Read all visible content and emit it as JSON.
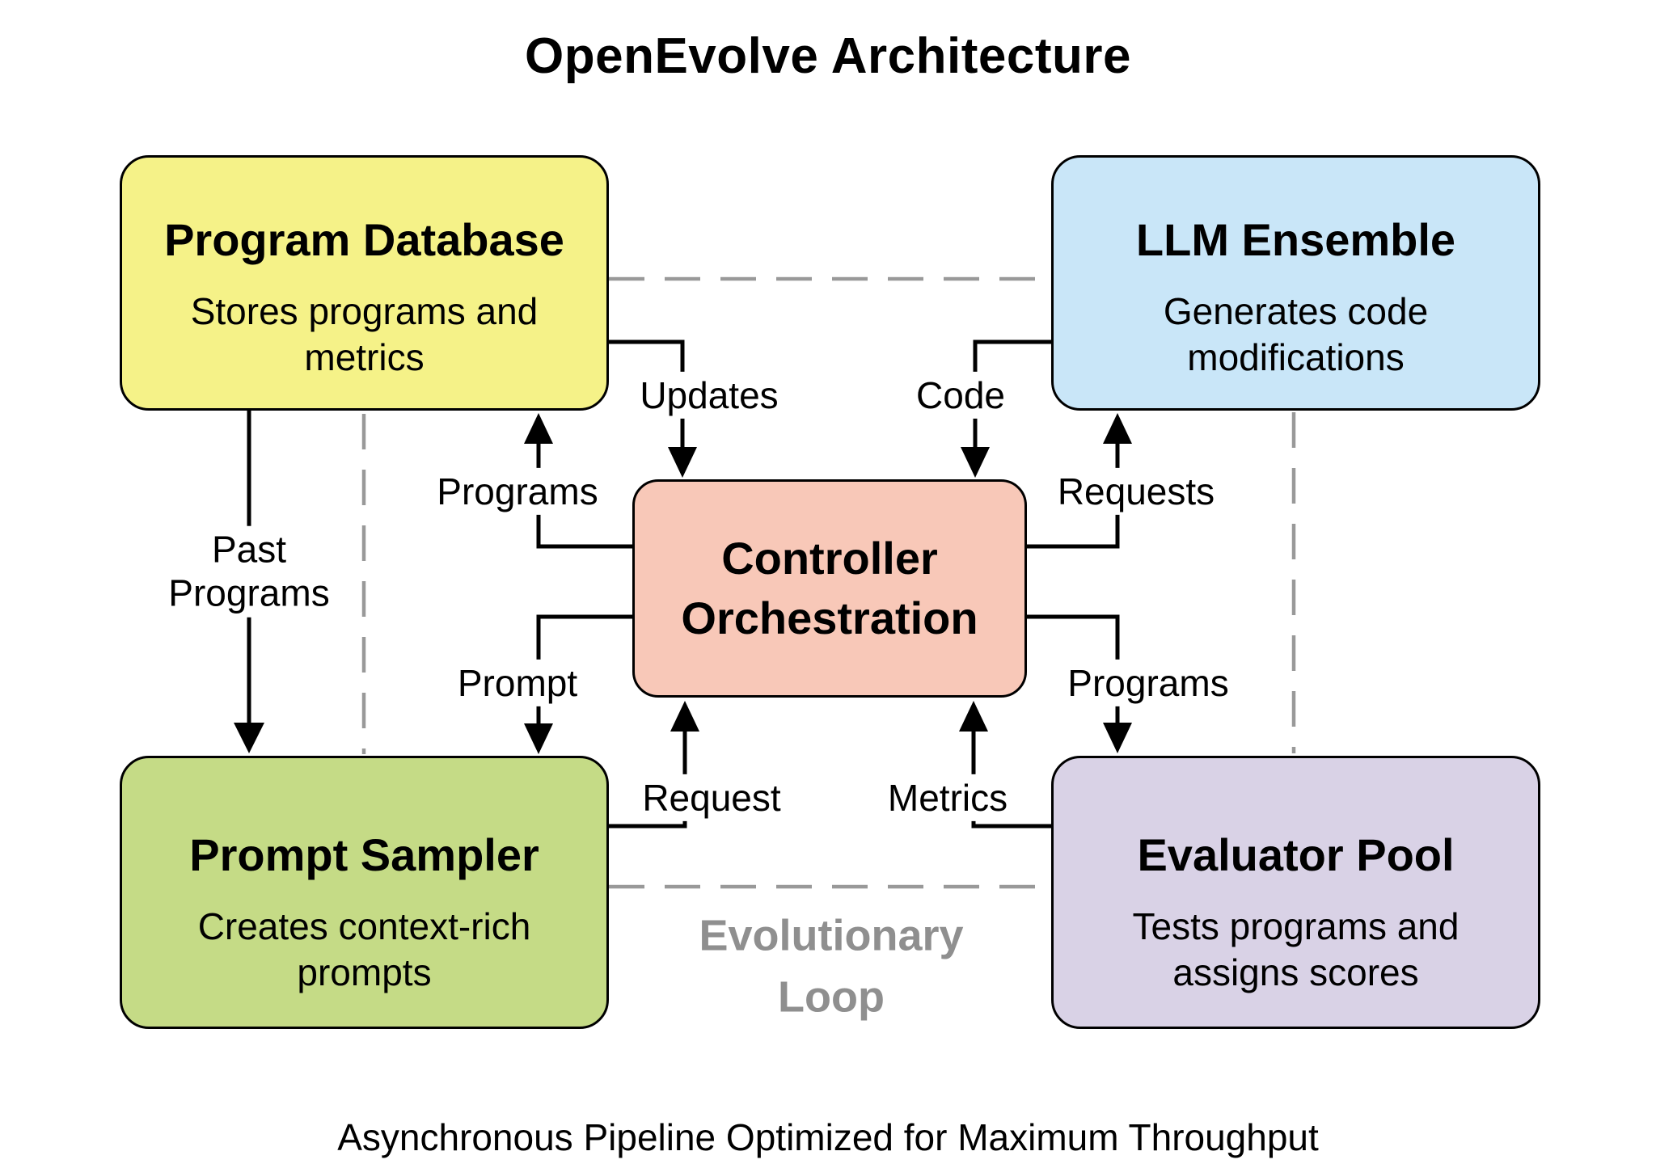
{
  "title": "OpenEvolve Architecture",
  "caption": "Asynchronous Pipeline Optimized for Maximum Throughput",
  "loop_label": "Evolutionary\nLoop",
  "colors": {
    "line": "#000000",
    "dashed_line": "#999999",
    "loop_text": "#8F8F8F",
    "program_database_fill": "#F5F288",
    "llm_ensemble_fill": "#C9E6F8",
    "controller_fill": "#F8C8B8",
    "prompt_sampler_fill": "#C5DB86",
    "evaluator_pool_fill": "#D9D2E6"
  },
  "nodes": {
    "program_database": {
      "title": "Program Database",
      "body": "Stores programs and\nmetrics"
    },
    "llm_ensemble": {
      "title": "LLM Ensemble",
      "body": "Generates code\nmodifications"
    },
    "controller": {
      "title": "Controller\nOrchestration"
    },
    "prompt_sampler": {
      "title": "Prompt Sampler",
      "body": "Creates context-rich\nprompts"
    },
    "evaluator_pool": {
      "title": "Evaluator Pool",
      "body": "Tests programs and\nassigns scores"
    }
  },
  "edge_labels": {
    "past_programs": "Past\nPrograms",
    "updates": "Updates",
    "programs_to_db": "Programs",
    "prompt": "Prompt",
    "request": "Request",
    "code": "Code",
    "requests": "Requests",
    "programs_to_evaluator": "Programs",
    "metrics": "Metrics"
  }
}
